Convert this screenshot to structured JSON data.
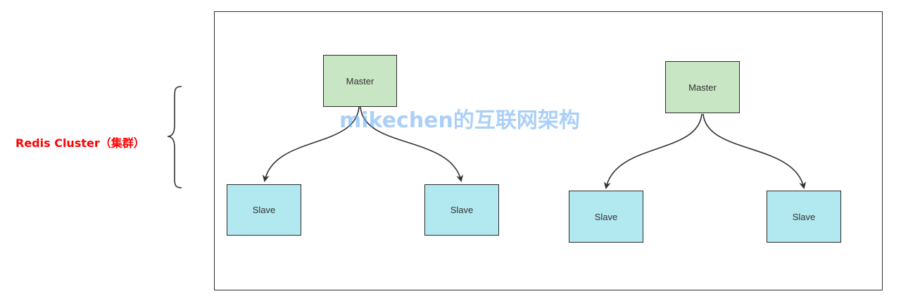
{
  "cluster_label": "Redis Cluster（集群）",
  "watermark": "mikechen的互联网架构",
  "groups": [
    {
      "master": "Master",
      "slaves": [
        "Slave",
        "Slave"
      ]
    },
    {
      "master": "Master",
      "slaves": [
        "Slave",
        "Slave"
      ]
    }
  ],
  "colors": {
    "label": "#ff0000",
    "master_fill": "#c9e6c4",
    "slave_fill": "#b2e8f0",
    "stroke": "#333333",
    "watermark": "#66aaf0"
  }
}
